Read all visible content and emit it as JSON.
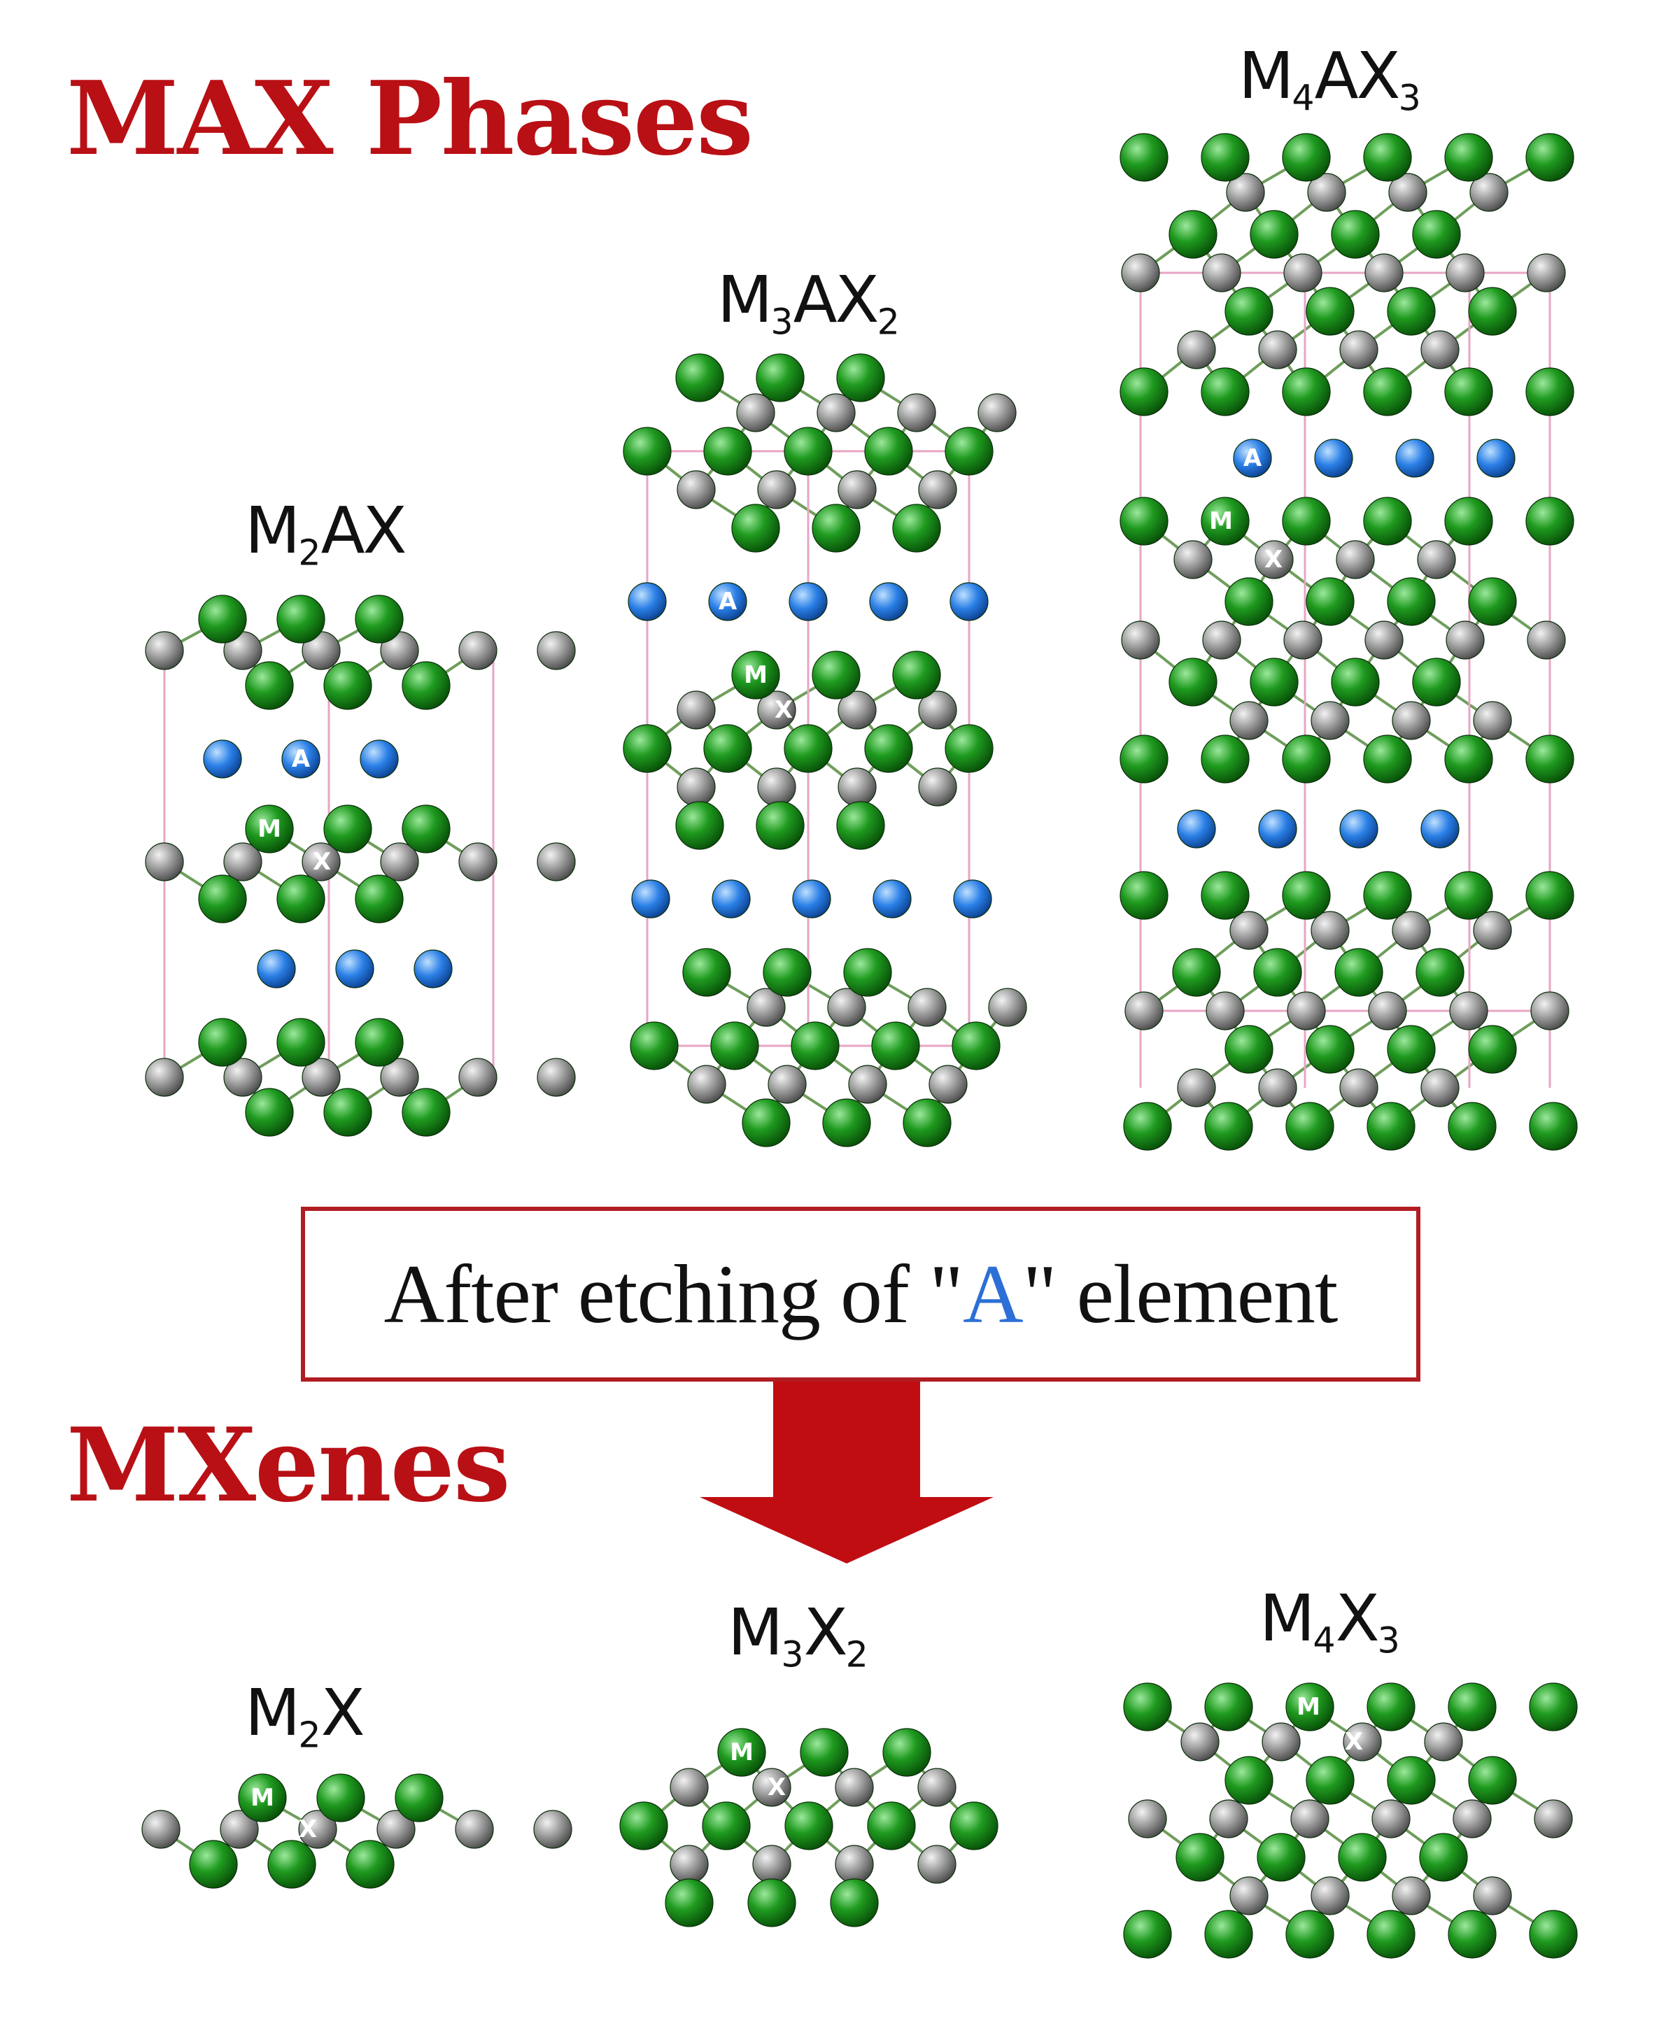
{
  "headings": {
    "max_phases": "MAX Phases",
    "mxenes": "MXenes"
  },
  "etch_note": {
    "prefix": "After etching of \"",
    "highlight": "A",
    "suffix": "\" element"
  },
  "labels": {
    "m2ax": {
      "main": "M",
      "sub1": "2",
      "mid": "AX",
      "sub2": ""
    },
    "m3ax2": {
      "main": "M",
      "sub1": "3",
      "mid": "AX",
      "sub2": "2"
    },
    "m4ax3": {
      "main": "M",
      "sub1": "4",
      "mid": "AX",
      "sub2": "3"
    },
    "m2x": {
      "main": "M",
      "sub1": "2",
      "mid": "X",
      "sub2": ""
    },
    "m3x2": {
      "main": "M",
      "sub1": "3",
      "mid": "X",
      "sub2": "2"
    },
    "m4x3": {
      "main": "M",
      "sub1": "4",
      "mid": "X",
      "sub2": "3"
    }
  },
  "atom_tags": {
    "m": "M",
    "x": "X",
    "a": "A"
  },
  "colors": {
    "heading": "#b81015",
    "box_border": "#b01c22",
    "arrow": "#c00d12",
    "a_highlight": "#2c6fd6",
    "m_atom": "#1d8a1d",
    "x_atom": "#8c8c8c",
    "a_atom": "#1f6fd8",
    "bond": "#6f9e5c",
    "cell_edge": "#e7a6c4"
  }
}
